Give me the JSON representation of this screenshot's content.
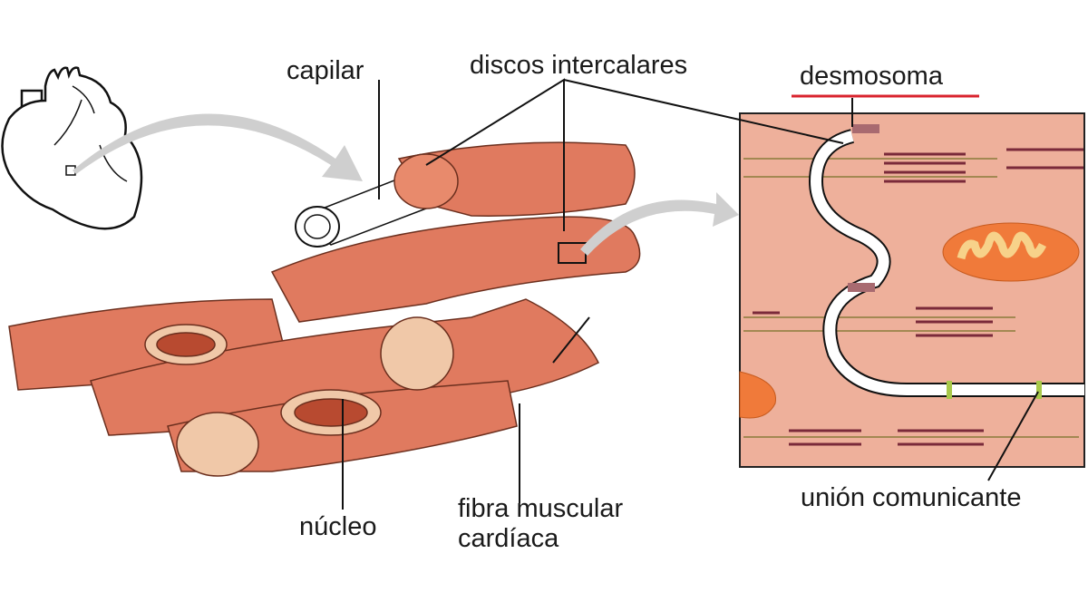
{
  "title": "Estructura del músculo cardíaco",
  "labels": {
    "capilar": "capilar",
    "discos_intercalares": "discos intercalares",
    "desmosoma": "desmosoma",
    "nucleo": "núcleo",
    "fibra_line1": "fibra muscular",
    "fibra_line2": "cardíaca",
    "union_comunicante": "unión comunicante"
  },
  "colors": {
    "muscle": "#e07a5f",
    "muscle_dark": "#c65a3e",
    "inset_bg": "#eeb09b",
    "myosin": "#7a2a3a",
    "actin": "#8a7a3a",
    "mitochondrion": "#f07a3a",
    "cristae": "#f7d28a",
    "gap_junction": "#a8c84a",
    "desmosome": "#a86a70",
    "highlight_underline": "#d9232d",
    "arrow": "#c8c8c8"
  }
}
